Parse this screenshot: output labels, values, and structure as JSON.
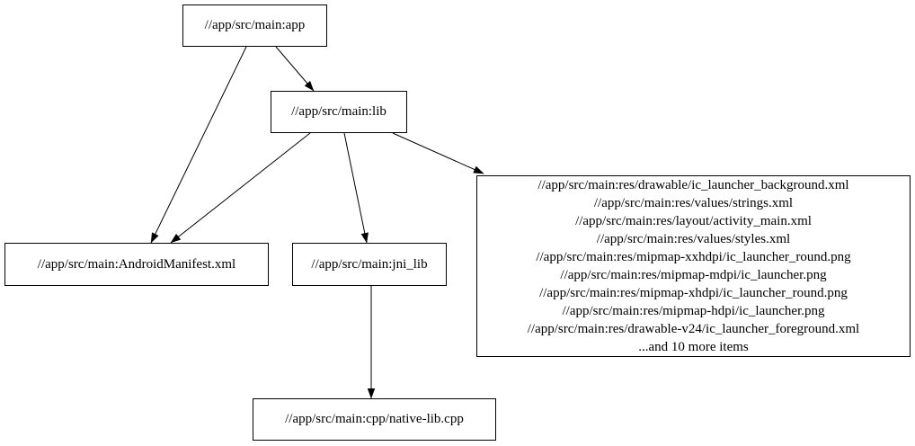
{
  "diagram": {
    "type": "dependency-graph",
    "background_color": "#ffffff",
    "node_border_color": "#000000",
    "node_fill_color": "#ffffff",
    "edge_color": "#000000",
    "nodes": {
      "app": {
        "label": "//app/src/main:app"
      },
      "lib": {
        "label": "//app/src/main:lib"
      },
      "manifest": {
        "label": "//app/src/main:AndroidManifest.xml"
      },
      "jni_lib": {
        "label": "//app/src/main:jni_lib"
      },
      "resources": {
        "lines": [
          "//app/src/main:res/drawable/ic_launcher_background.xml",
          "//app/src/main:res/values/strings.xml",
          "//app/src/main:res/layout/activity_main.xml",
          "//app/src/main:res/values/styles.xml",
          "//app/src/main:res/mipmap-xxhdpi/ic_launcher_round.png",
          "//app/src/main:res/mipmap-mdpi/ic_launcher.png",
          "//app/src/main:res/mipmap-xhdpi/ic_launcher_round.png",
          "//app/src/main:res/mipmap-hdpi/ic_launcher.png",
          "//app/src/main:res/drawable-v24/ic_launcher_foreground.xml",
          "...and 10 more items"
        ]
      },
      "native_lib_cpp": {
        "label": "//app/src/main:cpp/native-lib.cpp"
      }
    },
    "edges": [
      {
        "from": "app",
        "to": "manifest"
      },
      {
        "from": "app",
        "to": "lib"
      },
      {
        "from": "lib",
        "to": "manifest"
      },
      {
        "from": "lib",
        "to": "jni_lib"
      },
      {
        "from": "lib",
        "to": "resources"
      },
      {
        "from": "jni_lib",
        "to": "native_lib_cpp"
      }
    ]
  }
}
